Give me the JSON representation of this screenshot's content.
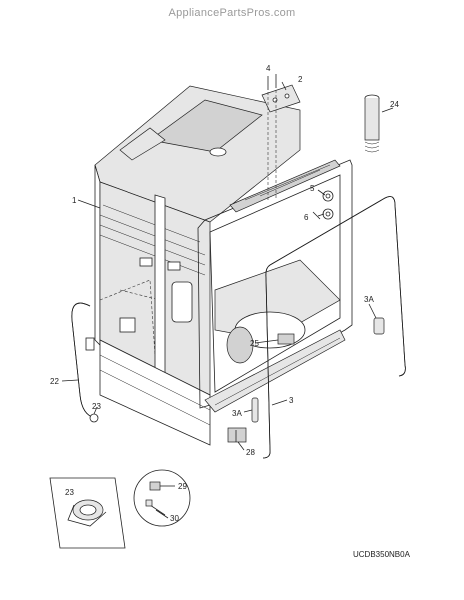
{
  "watermark": "AppliancePartsPros.com",
  "diagram_code": "UCDB350NB0A",
  "callouts": {
    "c1": "1",
    "c2": "2",
    "c3": "3",
    "c3a_right": "3A",
    "c3a_bottom": "3A",
    "c4": "4",
    "c5": "5",
    "c6": "6",
    "c22": "22",
    "c23_hose": "23",
    "c23_detail": "23",
    "c24": "24",
    "c25": "25",
    "c28": "28",
    "c29": "29",
    "c30": "30"
  }
}
